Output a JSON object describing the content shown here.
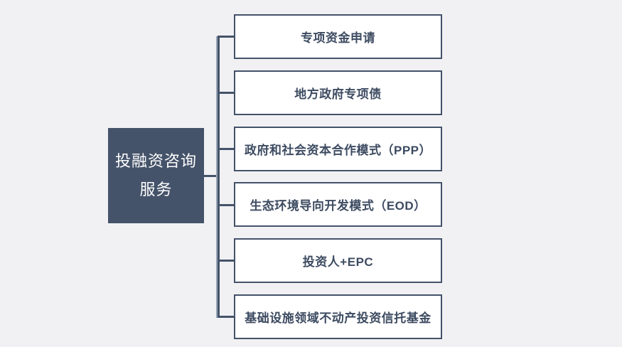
{
  "root": {
    "label": "投融资咨询服务",
    "line1": "投融资咨询",
    "line2": "服务"
  },
  "branches": [
    {
      "label": "专项资金申请"
    },
    {
      "label": "地方政府专项债"
    },
    {
      "label": "政府和社会资本合作模式（PPP）"
    },
    {
      "label": "生态环境导向开发模式（EOD）"
    },
    {
      "label": "投资人+EPC"
    },
    {
      "label": "基础设施领域不动产投资信托基金"
    }
  ],
  "colors": {
    "background": "#f1f1f3",
    "node_fill": "#45536a",
    "node_border": "#44526a",
    "branch_text": "#3d4b61",
    "trunk_highlight": "#97a4b4"
  }
}
